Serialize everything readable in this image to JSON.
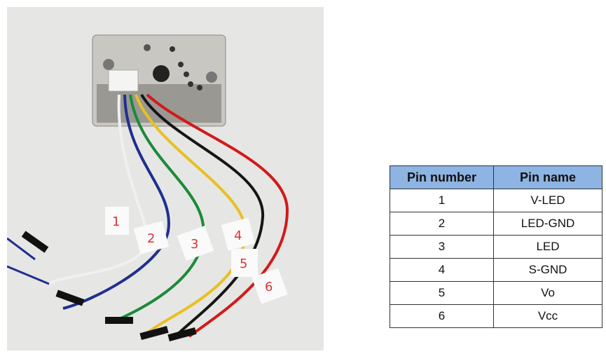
{
  "photo": {
    "wire_labels": [
      "1",
      "2",
      "3",
      "4",
      "5",
      "6"
    ],
    "wire_colors": [
      "#f0f0f0",
      "#1f2f8f",
      "#1a8a3a",
      "#e8c020",
      "#151515",
      "#d21a1a"
    ]
  },
  "table": {
    "headers": [
      "Pin number",
      "Pin name"
    ],
    "rows": [
      {
        "number": "1",
        "name": "V-LED"
      },
      {
        "number": "2",
        "name": "LED-GND"
      },
      {
        "number": "3",
        "name": "LED"
      },
      {
        "number": "4",
        "name": "S-GND"
      },
      {
        "number": "5",
        "name": "Vo"
      },
      {
        "number": "6",
        "name": "Vcc"
      }
    ],
    "header_color": "#8db4e2"
  }
}
